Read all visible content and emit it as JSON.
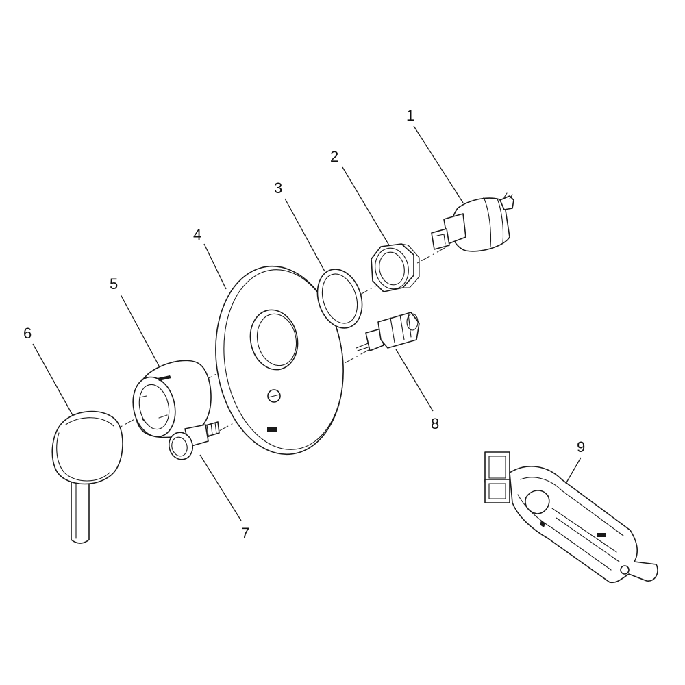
{
  "diagram": {
    "type": "exploded-parts-view",
    "line_color": "#1a1a1a",
    "background": "#ffffff",
    "callouts": [
      {
        "id": "1",
        "label": "1"
      },
      {
        "id": "2",
        "label": "2"
      },
      {
        "id": "3",
        "label": "3"
      },
      {
        "id": "4",
        "label": "4"
      },
      {
        "id": "5",
        "label": "5"
      },
      {
        "id": "6",
        "label": "6"
      },
      {
        "id": "7",
        "label": "7"
      },
      {
        "id": "8",
        "label": "8"
      },
      {
        "id": "9",
        "label": "9"
      }
    ]
  }
}
